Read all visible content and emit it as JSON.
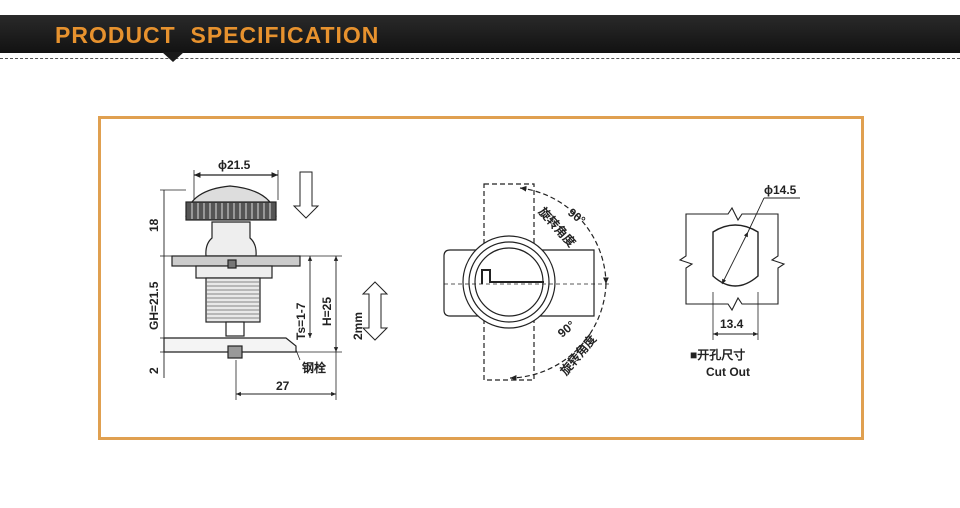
{
  "header": {
    "title": "PRODUCT  SPECIFICATION"
  },
  "colors": {
    "accent": "#e7922e",
    "frame": "#e0a050",
    "bar": "#1a1a1a"
  },
  "side_view": {
    "dim_top_diameter": "ϕ21.5",
    "dim_18": "18",
    "dim_gh": "GH=21.5",
    "dim_2": "2",
    "dim_ts": "Ts=1-7",
    "dim_h": "H=25",
    "dim_2mm": "2mm",
    "dim_27": "27",
    "label_steel_bolt": "钢栓"
  },
  "front_view": {
    "angle_top": "90°",
    "label_top": "旋转角度",
    "angle_bottom": "90°",
    "label_bottom": "旋转角度"
  },
  "cutout": {
    "dim_diameter": "ϕ14.5",
    "dim_width": "13.4",
    "label_cn": "■开孔尺寸",
    "label_en": "Cut Out"
  }
}
